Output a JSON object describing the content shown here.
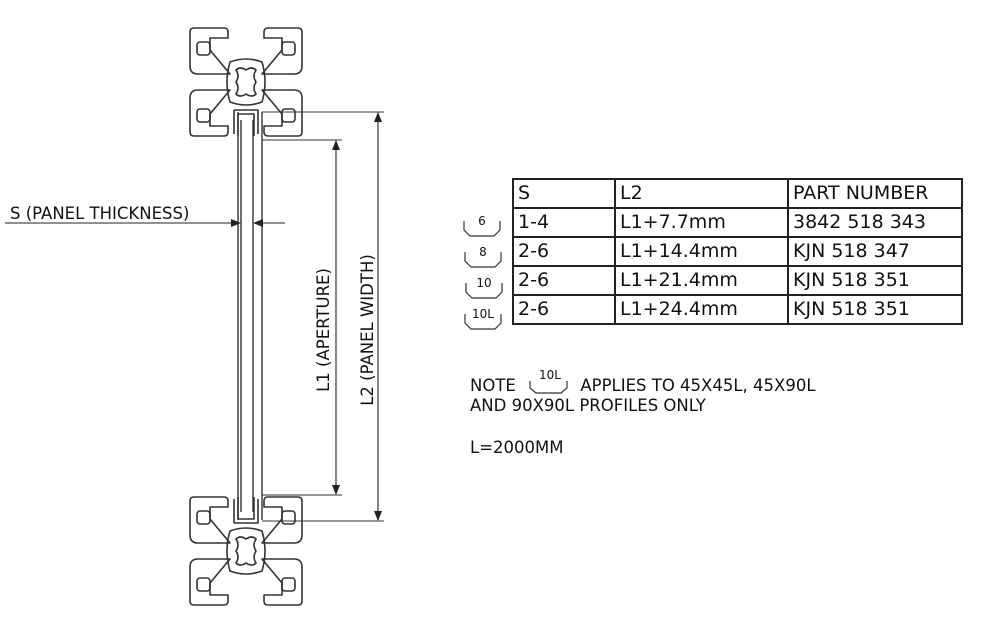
{
  "drawing": {
    "panel_thickness_label": "S (PANEL THICKNESS)",
    "aperture_label": "L1 (APERTURE)",
    "panel_width_label": "L2 (PANEL WIDTH)"
  },
  "table": {
    "headers": [
      "S",
      "L2",
      "PART NUMBER"
    ],
    "rows": [
      {
        "icon": "6",
        "s": "1-4",
        "l2": "L1+7.7mm",
        "part": "3842 518 343"
      },
      {
        "icon": "8",
        "s": "2-6",
        "l2": "L1+14.4mm",
        "part": "KJN 518 347"
      },
      {
        "icon": "10",
        "s": "2-6",
        "l2": "L1+21.4mm",
        "part": "KJN 518 351"
      },
      {
        "icon": "10L",
        "s": "2-6",
        "l2": "L1+24.4mm",
        "part": "KJN 518 351"
      }
    ]
  },
  "note": {
    "prefix": "NOTE",
    "icon": "10L",
    "line1": "APPLIES TO 45X45L, 45X90L",
    "line2": "AND 90X90L PROFILES ONLY"
  },
  "length": "L=2000MM"
}
